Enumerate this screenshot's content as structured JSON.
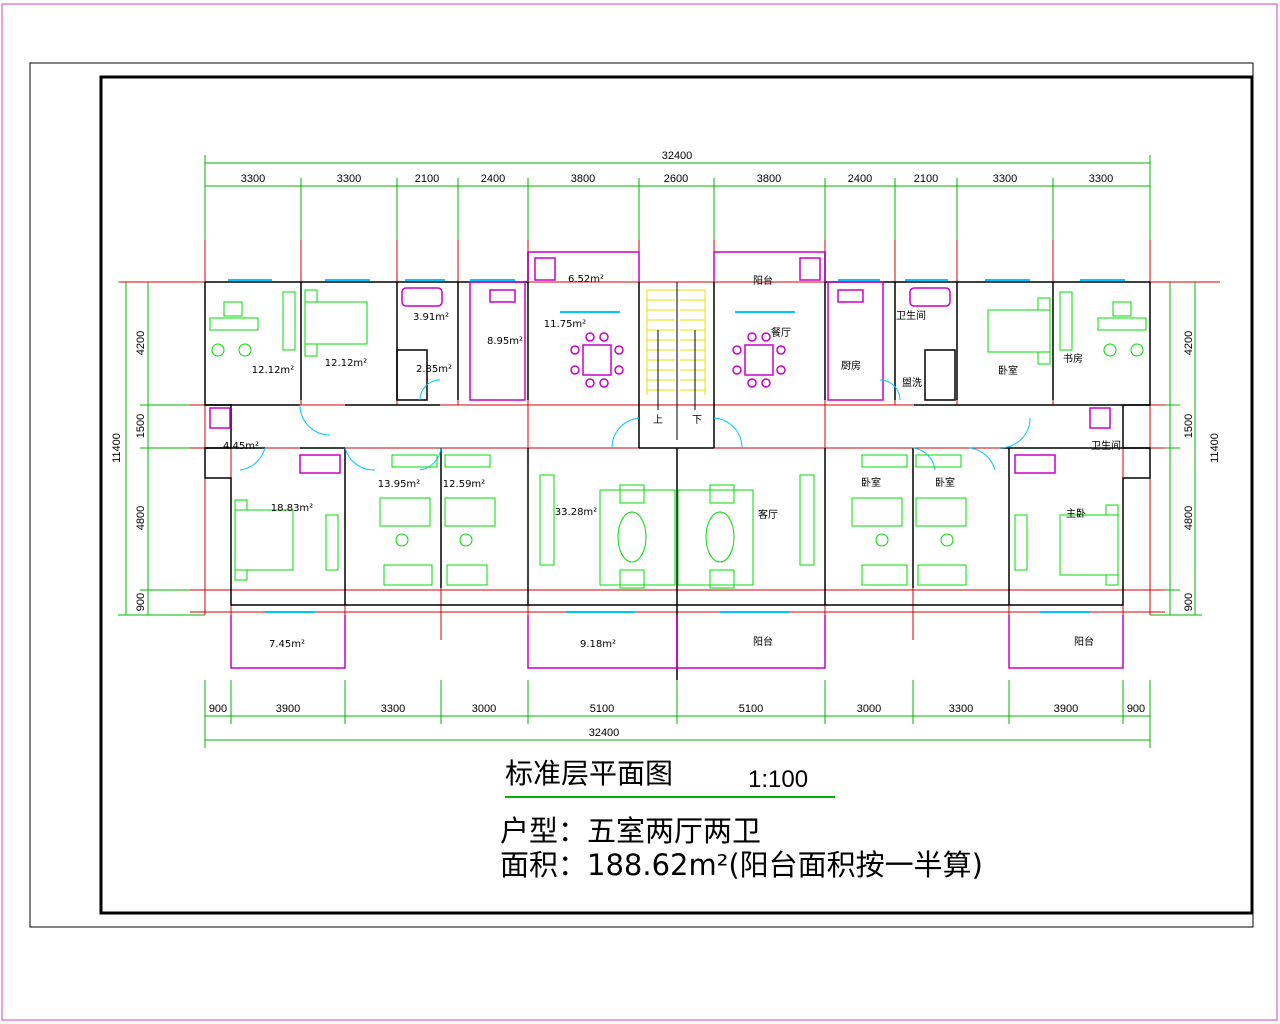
{
  "drawing": {
    "title": "标准层平面图",
    "scale": "1:100",
    "unit_type": "户型：五室两厅两卫",
    "area": "面积：188.62m²(阳台面积按一半算)"
  },
  "dims": {
    "top_total": "32400",
    "top_segments": [
      "3300",
      "3300",
      "2100",
      "2400",
      "3800",
      "2600",
      "3800",
      "2400",
      "2100",
      "3300",
      "3300"
    ],
    "bottom_total": "32400",
    "bottom_segments": [
      "900",
      "3900",
      "3300",
      "3000",
      "5100",
      "5100",
      "3000",
      "3300",
      "3900",
      "900"
    ],
    "left_segments": [
      "4200",
      "1500",
      "4800",
      "900"
    ],
    "left_total": "11400",
    "right_segments": [
      "4200",
      "1500",
      "4800",
      "900"
    ],
    "right_total": "11400"
  },
  "rooms": [
    {
      "label": "12.12m²"
    },
    {
      "label": "12.12m²"
    },
    {
      "label": "3.91m²"
    },
    {
      "label": "2.85m²"
    },
    {
      "label": "8.95m²"
    },
    {
      "label": "6.52m²"
    },
    {
      "label": "11.75m²"
    },
    {
      "label": "阳台"
    },
    {
      "label": "餐厅"
    },
    {
      "label": "厨房"
    },
    {
      "label": "卫生间"
    },
    {
      "label": "盥洗"
    },
    {
      "label": "卧室"
    },
    {
      "label": "书房"
    },
    {
      "label": "4.45m²"
    },
    {
      "label": "卫生间"
    },
    {
      "label": "上"
    },
    {
      "label": "下"
    },
    {
      "label": "18.83m²"
    },
    {
      "label": "13.95m²"
    },
    {
      "label": "12.59m²"
    },
    {
      "label": "33.28m²"
    },
    {
      "label": "客厅"
    },
    {
      "label": "卧室"
    },
    {
      "label": "卧室"
    },
    {
      "label": "主卧"
    },
    {
      "label": "7.45m²"
    },
    {
      "label": "9.18m²"
    },
    {
      "label": "阳台"
    },
    {
      "label": "阳台"
    }
  ],
  "colors": {
    "wall": "#000000",
    "axis": "#d40000",
    "dimension": "#00b400",
    "furniture": "#00dd00",
    "balcony": "#c800c8",
    "window": "#00c8ff",
    "stair": "#e6e600",
    "border": "#cc44cc"
  }
}
